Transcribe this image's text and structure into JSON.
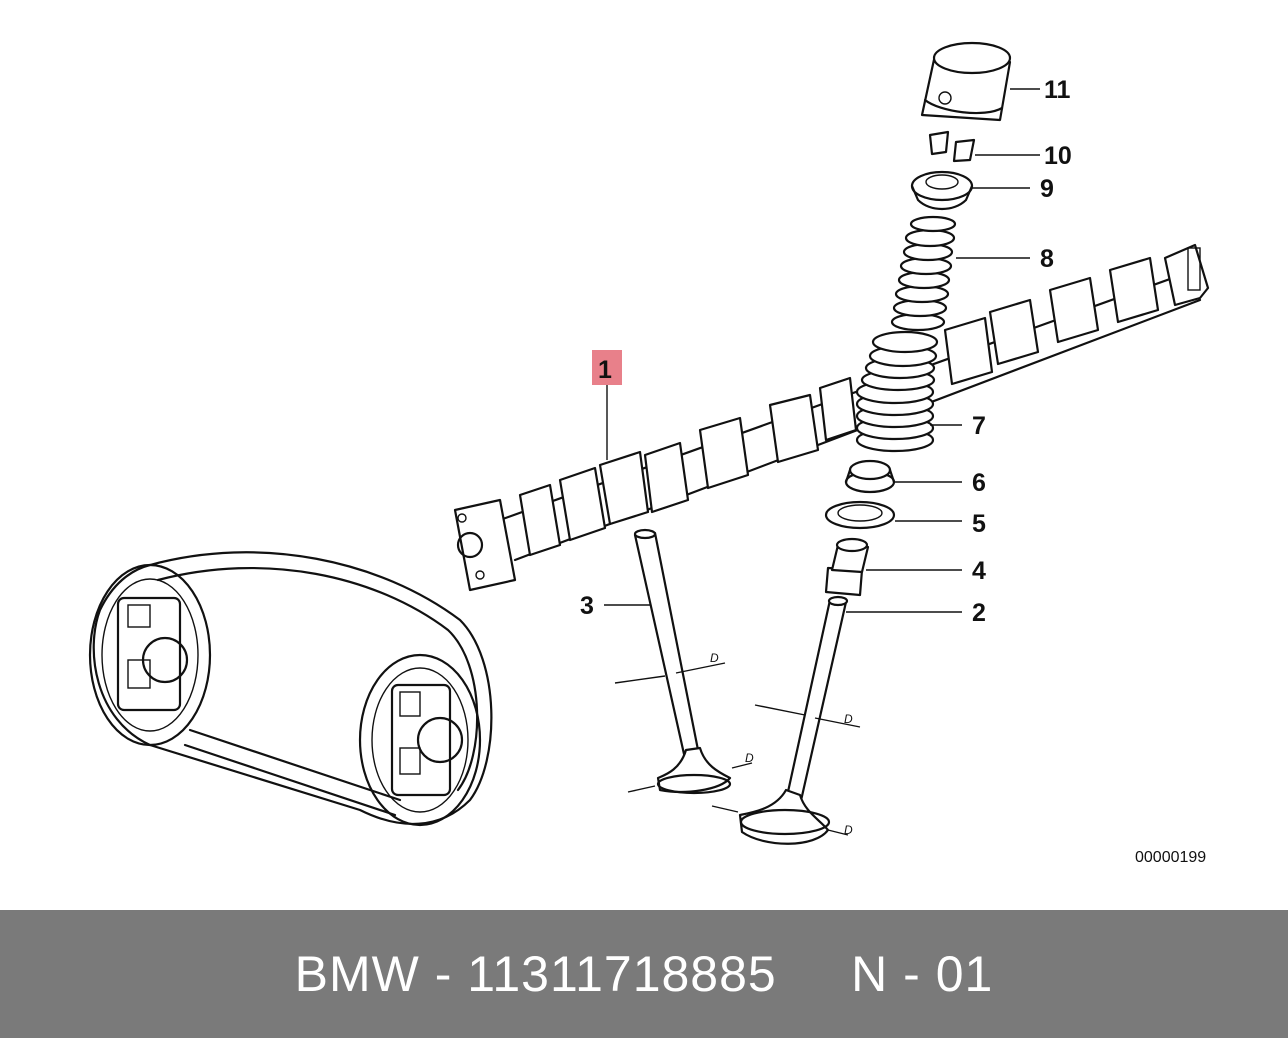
{
  "callouts": {
    "c1": "1",
    "c2": "2",
    "c3": "3",
    "c4": "4",
    "c5": "5",
    "c6": "6",
    "c7": "7",
    "c8": "8",
    "c9": "9",
    "c10": "10",
    "c11": "11"
  },
  "dimension_label": "D",
  "reference_number": "00000199",
  "highlight_color": "#e8808a",
  "footer": {
    "text": "BMW - 11311718885     N - 01",
    "background": "#7a7a7a",
    "color": "#ffffff"
  }
}
